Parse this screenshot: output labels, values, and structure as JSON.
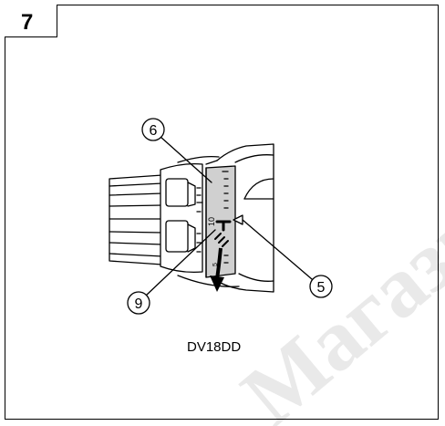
{
  "figure": {
    "number": "7"
  },
  "model": {
    "label": "DV18DD"
  },
  "callouts": [
    {
      "id": "6",
      "label": "6"
    },
    {
      "id": "5",
      "label": "5"
    },
    {
      "id": "9",
      "label": "9"
    }
  ],
  "dial": {
    "scale_label": "10",
    "small_label": "5"
  },
  "watermark": {
    "text": "Магазин ЛИ"
  },
  "colors": {
    "line": "#000000",
    "watermark": "#e6e6e6",
    "dial_fill": "#d0d0d0"
  }
}
